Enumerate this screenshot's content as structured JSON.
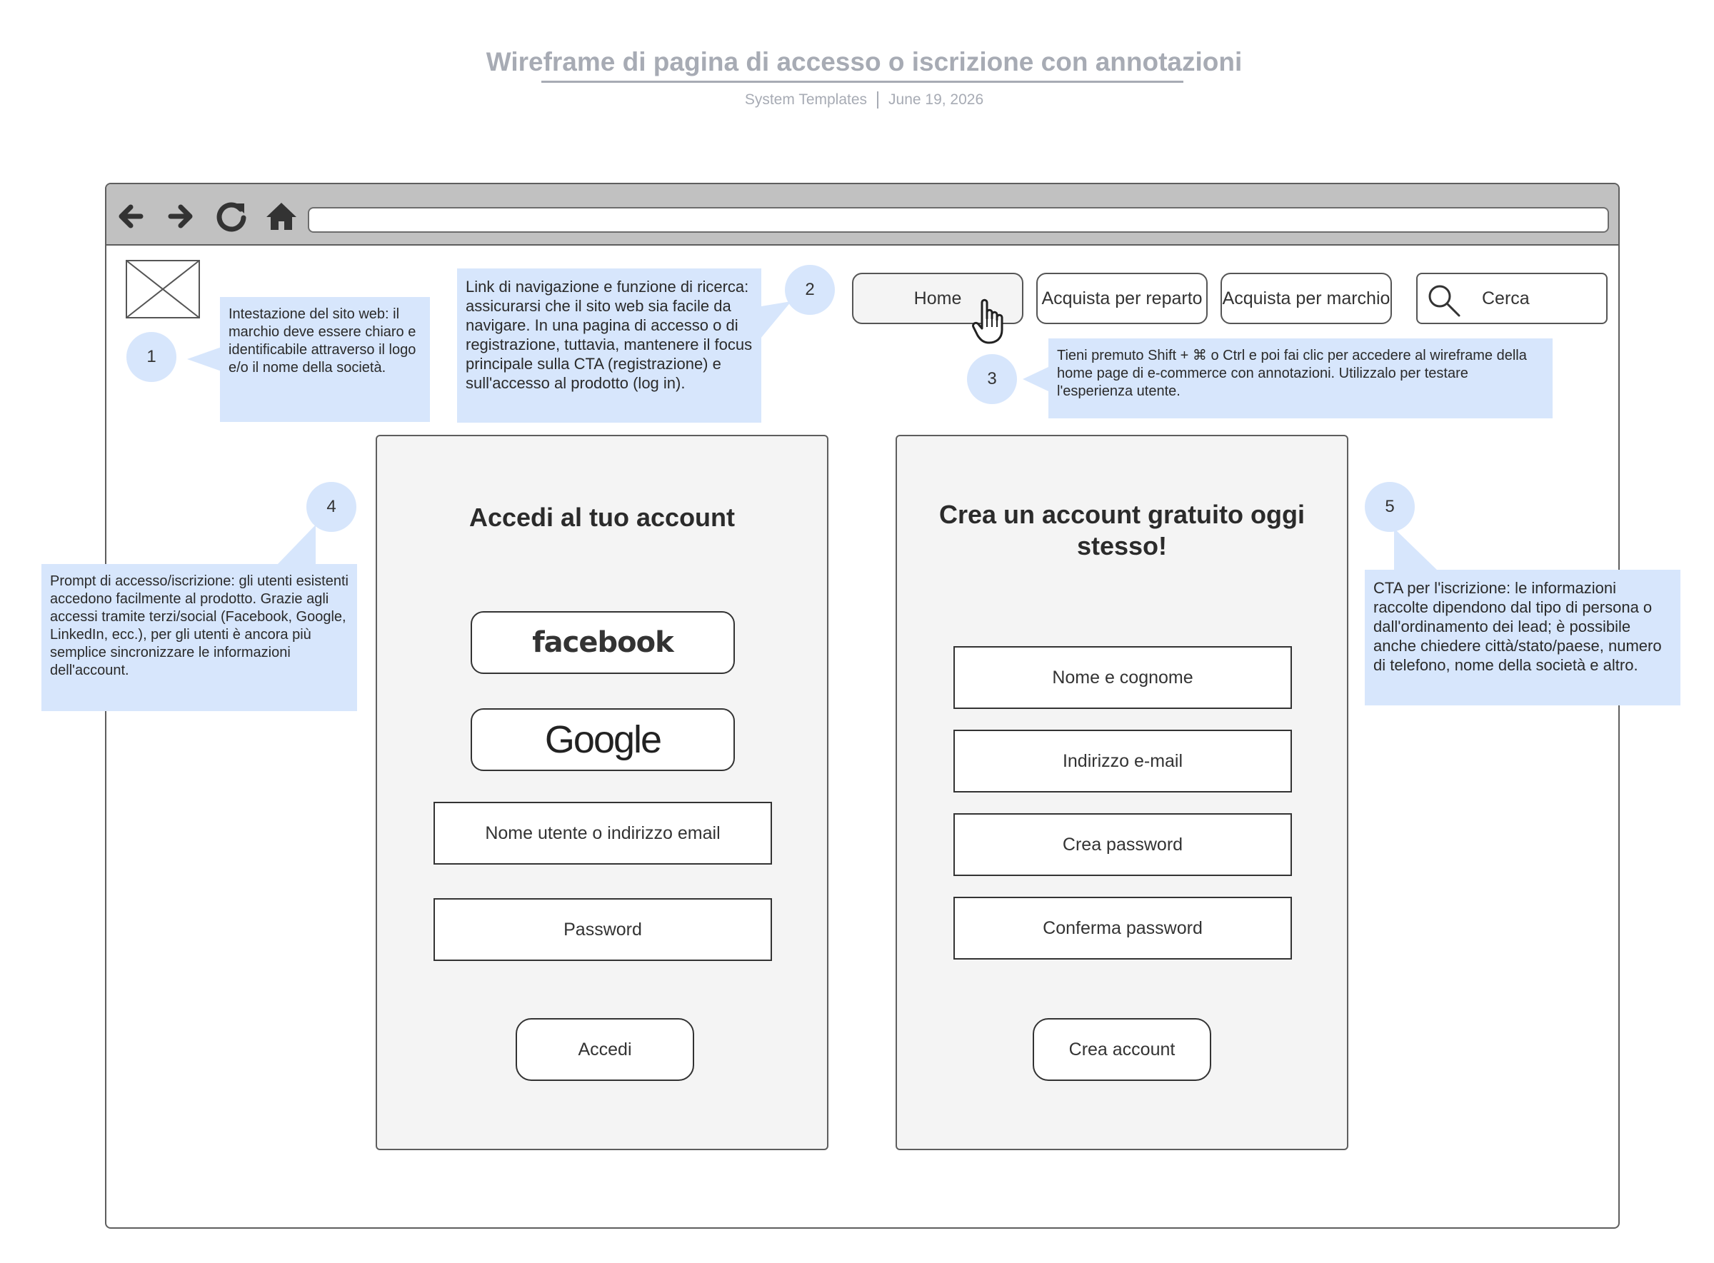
{
  "document": {
    "title": "Wireframe di pagina di accesso o iscrizione con annotazioni",
    "author": "System Templates",
    "date": "June 19, 2026"
  },
  "browser": {
    "nav_icons": [
      "back-arrow-icon",
      "forward-arrow-icon",
      "reload-icon",
      "home-icon"
    ],
    "address_value": ""
  },
  "site_header": {
    "nav": {
      "home": "Home",
      "shop_department": "Acquista per reparto",
      "shop_brand": "Acquista per marchio"
    },
    "search_label": "Cerca"
  },
  "login": {
    "title": "Accedi al tuo account",
    "facebook_label": "facebook",
    "google_label": "Google",
    "username_placeholder": "Nome utente o indirizzo email",
    "password_placeholder": "Password",
    "submit": "Accedi"
  },
  "signup": {
    "title": "Crea un account gratuito oggi stesso!",
    "name_placeholder": "Nome e cognome",
    "email_placeholder": "Indirizzo e-mail",
    "password_placeholder": "Crea password",
    "confirm_placeholder": "Conferma password",
    "submit": "Crea account"
  },
  "annotations": [
    {
      "number": "1",
      "text": "Intestazione del sito web: il marchio deve essere chiaro e identificabile attraverso il logo e/o il nome della società."
    },
    {
      "number": "2",
      "text": "Link di navigazione e funzione di ricerca: assicurarsi che il sito web sia facile da navigare. In una pagina di accesso o di registrazione, tuttavia, mantenere il focus principale sulla CTA (registrazione) e sull'accesso al prodotto (log in)."
    },
    {
      "number": "3",
      "text": "Tieni premuto Shift + ⌘ o Ctrl e poi fai clic per accedere al wireframe della home page di e-commerce con annotazioni. Utilizzalo per testare l'esperienza utente."
    },
    {
      "number": "4",
      "text": "Prompt di accesso/iscrizione: gli utenti esistenti accedono facilmente al prodotto. Grazie agli accessi tramite terzi/social (Facebook, Google, LinkedIn, ecc.), per gli utenti è ancora più semplice sincronizzare le informazioni dell'account."
    },
    {
      "number": "5",
      "text": "CTA per l'iscrizione: le informazioni raccolte dipendono dal tipo di persona o dall'ordinamento dei lead; è possibile anche chiedere città/stato/paese, numero di telefono, nome della società e altro."
    }
  ],
  "colors": {
    "annotation_bg": "#d7e6fc",
    "panel_bg": "#f4f4f4",
    "toolbar_bg": "#c1c1c1",
    "title_gray": "#a7abb4"
  }
}
